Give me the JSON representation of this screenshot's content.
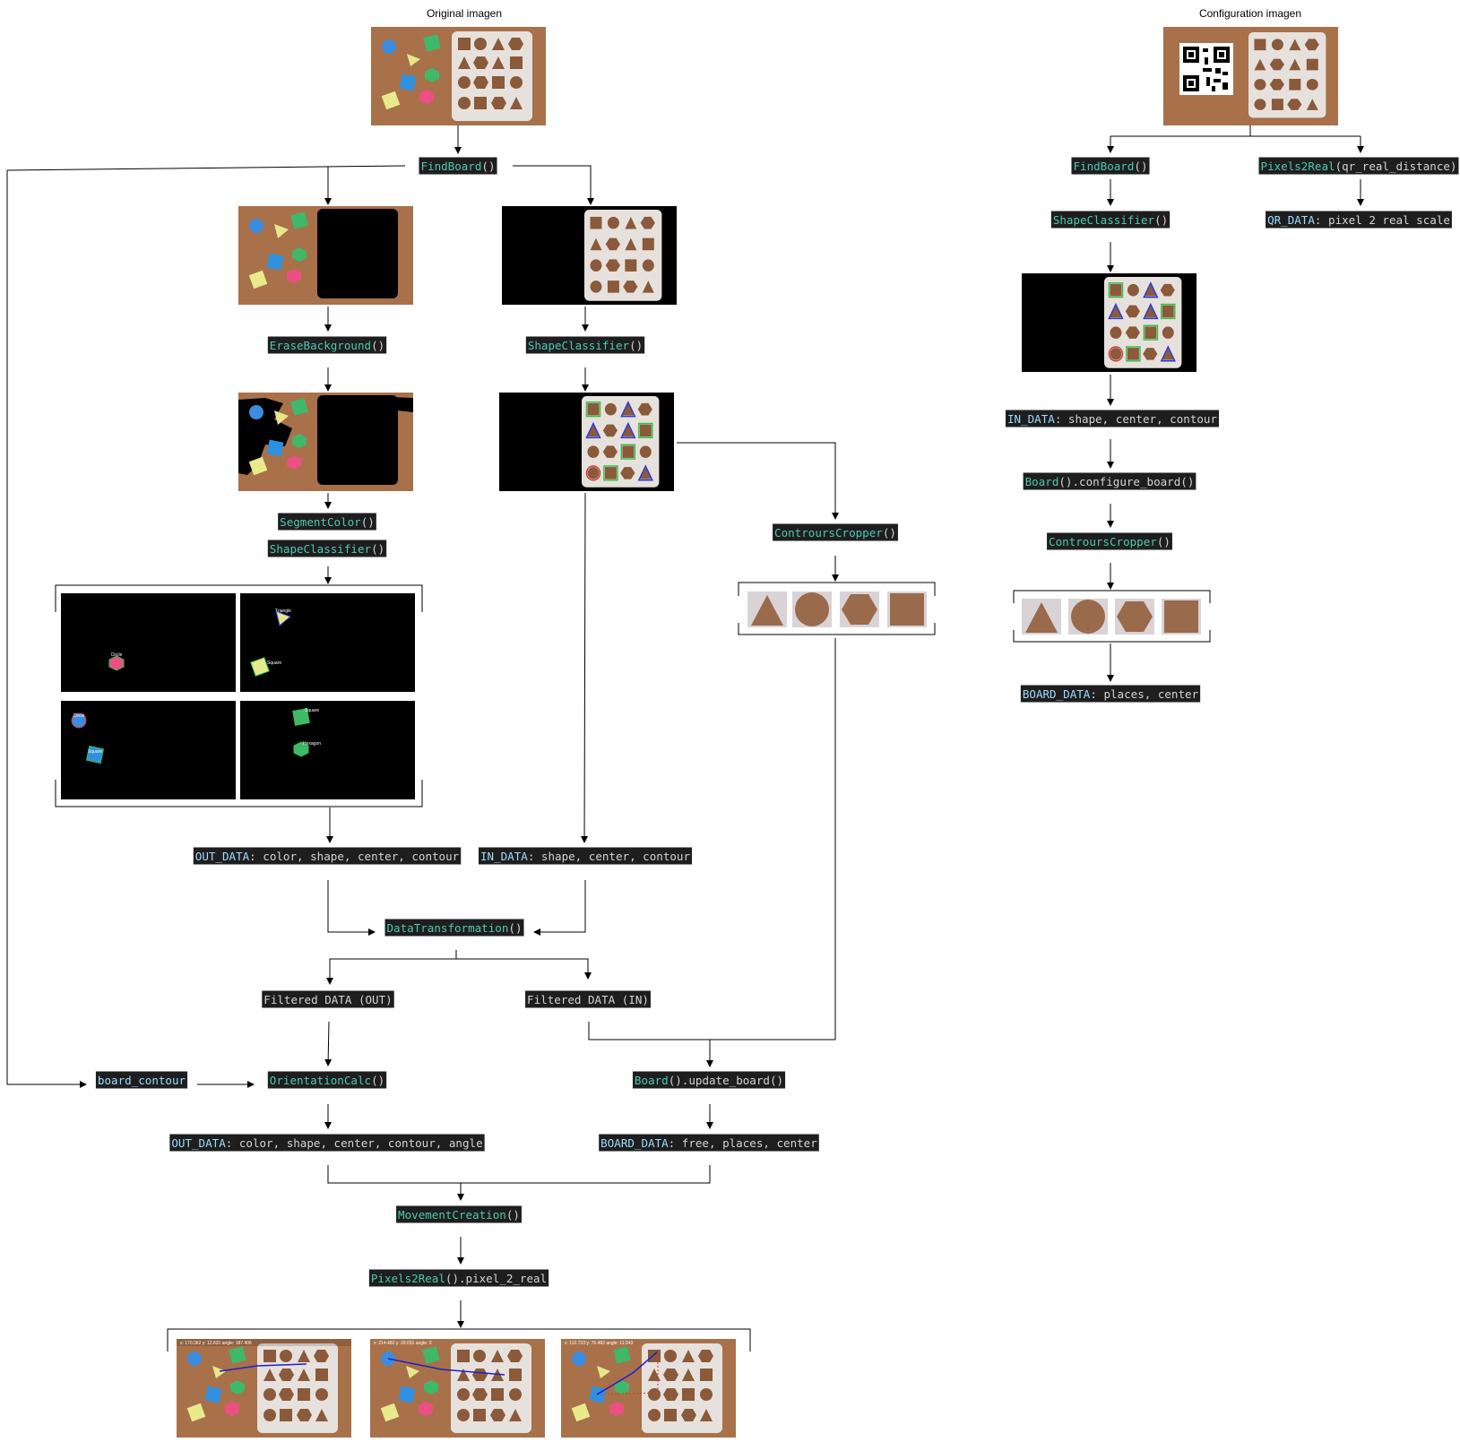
{
  "titles": {
    "original": "Original imagen",
    "configuration": "Configuration imagen"
  },
  "colors": {
    "label_bg": "#1e1e1e",
    "func_name": "#4ec9b0",
    "text": "#d4d4d4",
    "data_key": "#9cdcfe",
    "wood": "#a8714a",
    "board_white": "#e6e1dc",
    "hole_brown": "#8a5a3a"
  },
  "labels": {
    "findboard_left": {
      "func": "FindBoard",
      "rest": "()"
    },
    "erase_background": {
      "func": "EraseBackground",
      "rest": "()"
    },
    "shapeclassifier_mid": {
      "func": "ShapeClassifier",
      "rest": "()"
    },
    "segment_color": {
      "func": "SegmentColor",
      "rest": "()"
    },
    "shapeclassifier_left": {
      "func": "ShapeClassifier",
      "rest": "()"
    },
    "contours_cropper_mid": {
      "func": "ControursCropper",
      "rest": "()"
    },
    "out_data": {
      "key": "OUT_DATA",
      "rest": ": color, shape, center, contour"
    },
    "in_data_mid": {
      "key": "IN_DATA",
      "rest": ": shape, center, contour"
    },
    "data_transformation": {
      "func": "DataTransformation",
      "rest": "()"
    },
    "filtered_out": {
      "text": "Filtered DATA (OUT)"
    },
    "filtered_in": {
      "text": "Filtered DATA (IN)"
    },
    "board_contour": {
      "text": "board_contour"
    },
    "orientation_calc": {
      "func": "OrientationCalc",
      "rest": "()"
    },
    "update_board": {
      "func": "Board",
      "rest": "().update_board()"
    },
    "out_data_angle": {
      "key": "OUT_DATA",
      "rest": ": color, shape, center, contour, angle"
    },
    "board_data_free": {
      "key": "BOARD_DATA",
      "rest": ": free, places, center"
    },
    "movement_creation": {
      "func": "MovementCreation",
      "rest": "()"
    },
    "pixels2real_mid": {
      "func": "Pixels2Real",
      "rest": "().pixel_2_real"
    },
    "findboard_right": {
      "func": "FindBoard",
      "rest": "()"
    },
    "pixels2real_right": {
      "func": "Pixels2Real",
      "rest": "(qr_real_distance)"
    },
    "shapeclassifier_right": {
      "func": "ShapeClassifier",
      "rest": "()"
    },
    "qr_data": {
      "key": "QR_DATA",
      "rest": ": pixel 2 real scale"
    },
    "in_data_right": {
      "key": "IN_DATA",
      "rest": ": shape, center, contour"
    },
    "configure_board": {
      "func": "Board",
      "rest": "().configure_board()"
    },
    "contours_cropper_right": {
      "func": "ControursCropper",
      "rest": "()"
    },
    "board_data_places": {
      "key": "BOARD_DATA",
      "rest": ": places, center"
    }
  },
  "shape_tags": {
    "circle": "Circle",
    "square": "Square",
    "triangle": "Triangle",
    "hexagon": "Hexagon"
  },
  "result_captions": [
    "x: 170.362 y: 12.631 angle: 187.406",
    "x: 214.482 y: 29.031 angle: 0",
    "x: 112.723 y: 76.482 angle: 11.543"
  ]
}
